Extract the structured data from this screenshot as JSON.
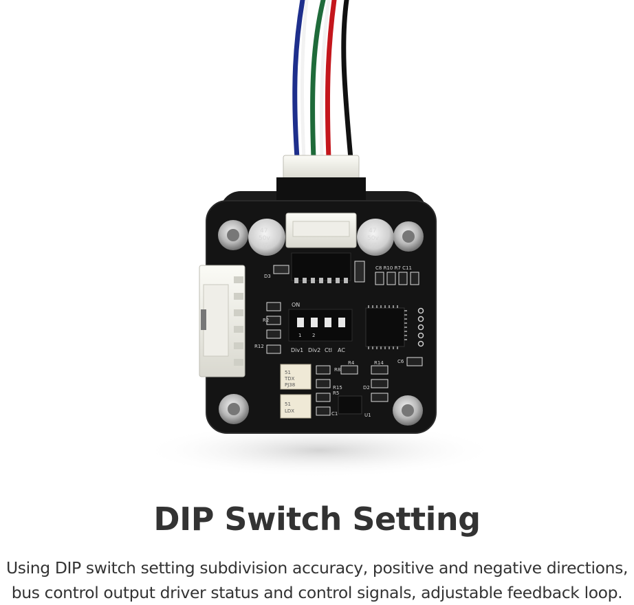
{
  "heading": "DIP Switch Setting",
  "description": {
    "line1": "Using DIP switch setting subdivision accuracy, positive and negative directions,",
    "line2": "bus control output driver status and control signals, adjustable feedback loop."
  },
  "board_markings": {
    "cap_left": [
      "47",
      "50v",
      "UT"
    ],
    "cap_right": [
      "47",
      "50v",
      "UT"
    ],
    "switch_on": "ON",
    "switch_labels": [
      "Div1",
      "Div2",
      "Ctl",
      "AC"
    ],
    "switch_numbers": [
      "1",
      "2"
    ],
    "parts_top_right": "C8 R10 R7 C11",
    "resistors": [
      "R8",
      "R4",
      "R14",
      "R15",
      "R5",
      "R12",
      "R2"
    ],
    "caps": [
      "C6",
      "C1",
      "D2",
      "D3",
      "U1"
    ],
    "chip_left_top": [
      "51",
      "TDX",
      "PJ38"
    ],
    "chip_left_bottom": [
      "51",
      "LDX"
    ]
  },
  "colors": {
    "pcb": "#141414",
    "text": "#333333",
    "wire_blue": "#1e2f8c",
    "wire_green": "#1f6b3a",
    "wire_red": "#c4161c",
    "wire_black": "#111111"
  }
}
